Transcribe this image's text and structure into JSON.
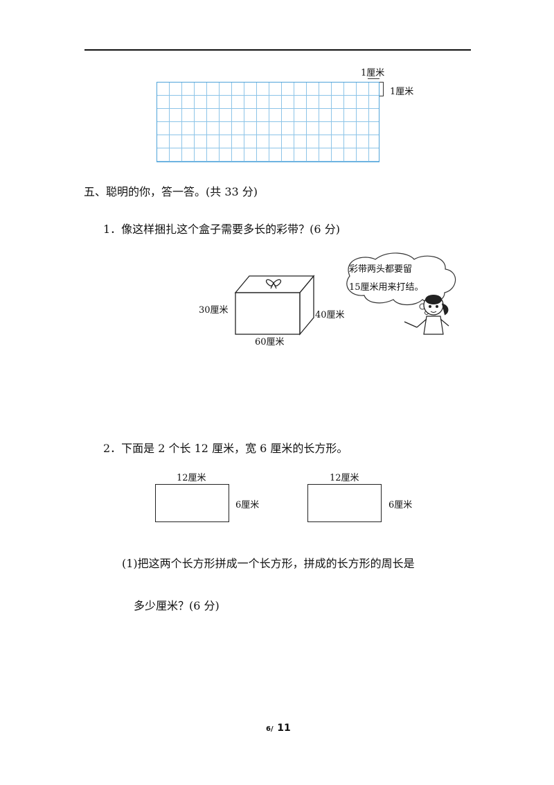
{
  "grid": {
    "unit_label_top": "1厘米",
    "unit_label_side": "1厘米",
    "colors": {
      "grid_line": "#8cc4e8",
      "border": "#4fa3d9"
    }
  },
  "section": {
    "title": "五、聪明的你，答一答。(共 33 分)"
  },
  "q1": {
    "text": "1．像这样捆扎这个盒子需要多长的彩带？(6 分)",
    "bubble_line1": "彩带两头都要留",
    "bubble_line2": "15厘米用来打结。",
    "label_height": "30厘米",
    "label_width": "40厘米",
    "label_length": "60厘米"
  },
  "q2": {
    "text": "2．下面是 2 个长 12 厘米，宽 6 厘米的长方形。",
    "rect1_length": "12厘米",
    "rect1_width": "6厘米",
    "rect2_length": "12厘米",
    "rect2_width": "6厘米",
    "sub1_line1": "(1)把这两个长方形拼成一个长方形，拼成的长方形的周长是",
    "sub1_line2": "多少厘米？(6 分)"
  },
  "footer": {
    "page_current": "6",
    "page_sep": "/",
    "page_total": "11"
  }
}
